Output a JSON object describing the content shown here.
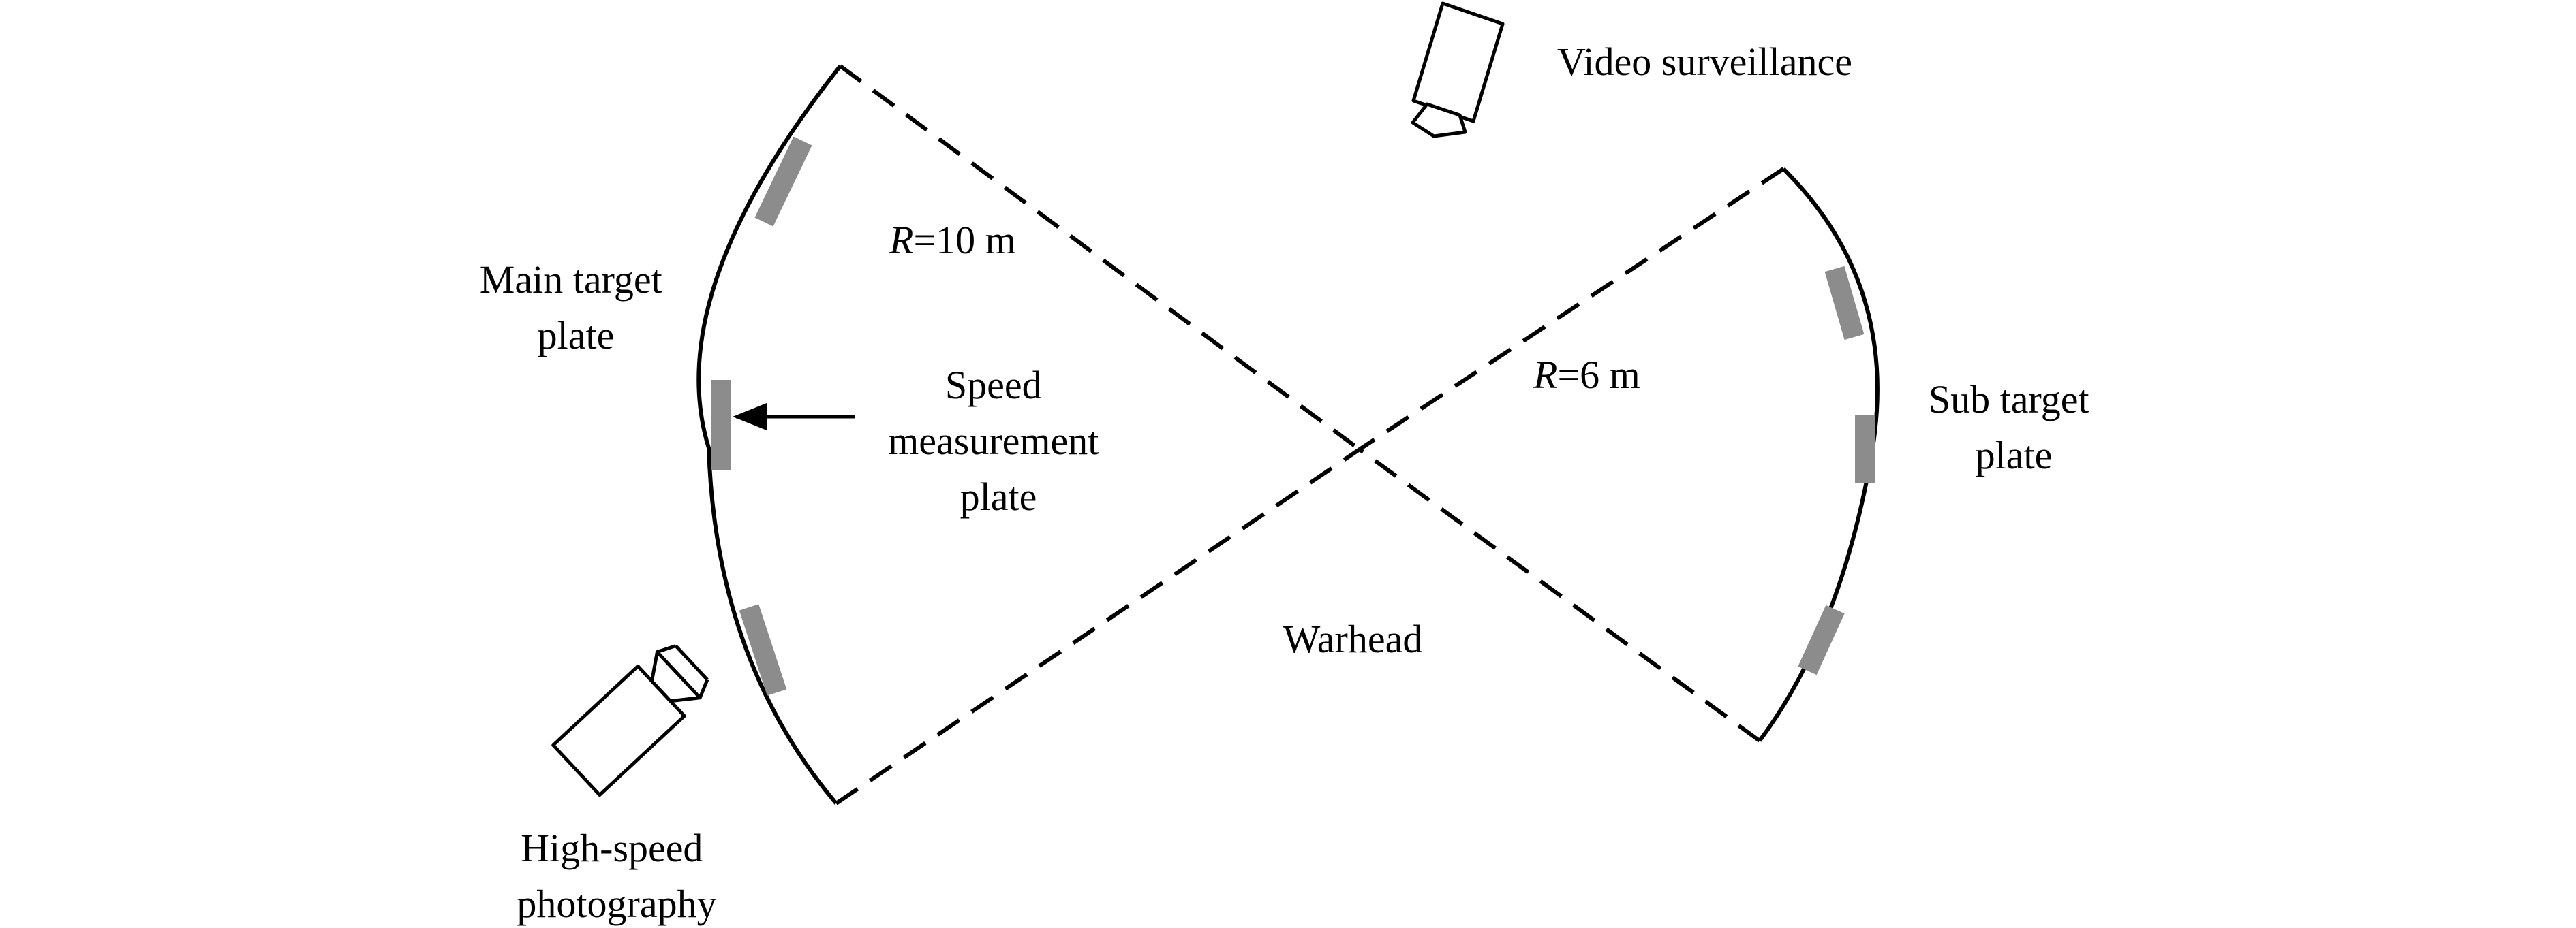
{
  "labels": {
    "video_surveillance": "Video surveillance",
    "main_target_plate": [
      "Main target",
      "plate"
    ],
    "sub_target_plate": [
      "Sub target",
      "plate"
    ],
    "speed_measurement_plate": [
      "Speed",
      "measurement",
      "plate"
    ],
    "warhead": "Warhead",
    "high_speed_photography": [
      "High-speed",
      "photography"
    ],
    "radius_main": {
      "symbol": "R",
      "value": "=10 m"
    },
    "radius_sub": {
      "symbol": "R",
      "value": "=6 m"
    }
  },
  "colors": {
    "line": "#000000",
    "plate": "#8c8c8c",
    "background": "#ffffff"
  },
  "icons": [
    "video-camera-icon",
    "high-speed-camera-icon"
  ]
}
